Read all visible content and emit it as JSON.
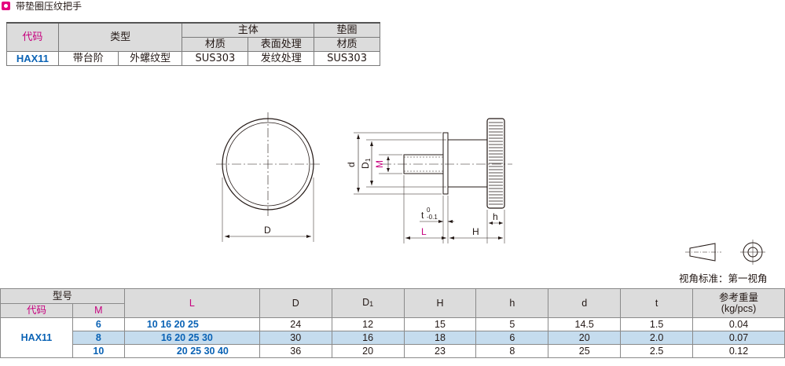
{
  "title": "带垫圈压纹把手",
  "spec_table": {
    "header_code": "代码",
    "header_type": "类型",
    "header_body": "主体",
    "header_washer": "垫圈",
    "header_material": "材质",
    "header_surface": "表面处理",
    "header_washer_material": "材质",
    "row": {
      "code": "HAX11",
      "type_a": "带台阶",
      "type_b": "外螺纹型",
      "body_material": "SUS303",
      "surface": "发纹处理",
      "washer_material": "SUS303"
    }
  },
  "drawing": {
    "label_D": "D",
    "label_d": "d",
    "label_D1": "D",
    "label_D1_sub": "1",
    "label_M": "M",
    "label_t": "t",
    "label_t_upper": "0",
    "label_t_lower": "-0.1",
    "label_L": "L",
    "label_H": "H",
    "label_h": "h"
  },
  "projection_caption": "视角标准：第一视角",
  "data_table": {
    "header_model": "型号",
    "header_code": "代码",
    "header_M": "M",
    "header_L": "L",
    "header_D": "D",
    "header_D1": "D",
    "header_D1_sub": "1",
    "header_H": "H",
    "header_h": "h",
    "header_d": "d",
    "header_t": "t",
    "header_weight": "参考重量",
    "header_weight_unit": "(kg/pcs)",
    "code": "HAX11",
    "rows": [
      {
        "M": "6",
        "L": "10 16 20 25",
        "D": "24",
        "D1": "12",
        "H": "15",
        "h": "5",
        "d": "14.5",
        "t": "1.5",
        "weight": "0.04"
      },
      {
        "M": "8",
        "L": "16 20 25 30",
        "D": "30",
        "D1": "16",
        "H": "18",
        "h": "6",
        "d": "20",
        "t": "2.0",
        "weight": "0.07"
      },
      {
        "M": "10",
        "L": "20 25 30 40",
        "D": "36",
        "D1": "20",
        "H": "23",
        "h": "8",
        "d": "25",
        "t": "2.5",
        "weight": "0.12"
      }
    ]
  },
  "colors": {
    "accent_magenta": "#c6007e",
    "accent_blue": "#0b63b5",
    "header_gray": "#dcdcdc",
    "row_highlight": "#c5dcee"
  }
}
